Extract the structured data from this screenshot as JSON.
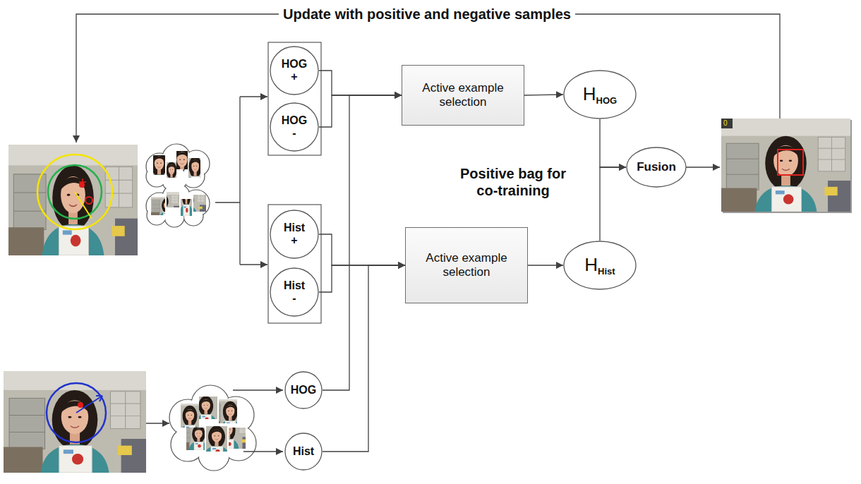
{
  "diagram": {
    "nodes": [
      {
        "text": [
          "HOG +"
        ]
      },
      {
        "text": [
          "HOG -"
        ]
      },
      {
        "text": [
          "Hist +"
        ]
      },
      {
        "text": [
          "Hist -"
        ]
      },
      {
        "text": [
          "Active example selection"
        ]
      },
      {
        "text": [
          "H",
          "HOG"
        ]
      },
      {
        "text": [
          "Fusion"
        ]
      },
      {
        "text": [
          "Active example selection"
        ]
      },
      {
        "text": [
          "H",
          "Hist"
        ]
      },
      {
        "text": [
          "HOG"
        ]
      },
      {
        "text": [
          "Hist"
        ]
      }
    ],
    "edges": [
      {
        "from": 0,
        "to": 4,
        "arrow": "to"
      },
      {
        "from": 1,
        "to": 4,
        "arrow": "to"
      },
      {
        "from": 9,
        "to": 4,
        "arrow": "to"
      },
      {
        "from": 2,
        "to": 7,
        "arrow": "to"
      },
      {
        "from": 3,
        "to": 7,
        "arrow": "to"
      },
      {
        "from": 10,
        "to": 7,
        "arrow": "to"
      },
      {
        "from": 4,
        "to": 5,
        "arrow": "to"
      },
      {
        "from": 7,
        "to": 8,
        "arrow": "to"
      },
      {
        "from": 5,
        "to": 6,
        "arrow": "to"
      },
      {
        "from": 8,
        "to": 6,
        "arrow": "to"
      }
    ],
    "labels": [
      "Update with positive and negative samples",
      "Positive bag for co-training",
      "0"
    ]
  }
}
